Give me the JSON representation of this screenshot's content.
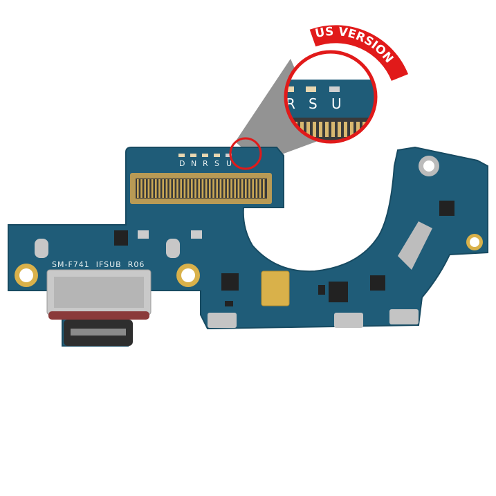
{
  "product": {
    "board_label": "SM-F741  IFSUB  R06",
    "pad_labels": [
      "D",
      "N",
      "R",
      "S",
      "U"
    ],
    "zoom_pad_labels": [
      "R",
      "S",
      "U"
    ],
    "badge_text": "US VERSION"
  },
  "colors": {
    "pcb": "#1f5c78",
    "badge": "#e11a1a",
    "connector": "#c9c9c9",
    "gold": "#d9b14a"
  }
}
